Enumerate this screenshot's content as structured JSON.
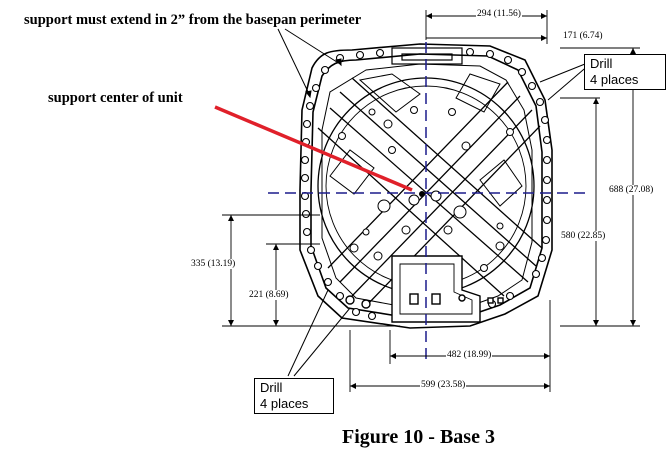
{
  "figure": {
    "caption": "Figure 10 - Base 3"
  },
  "notes": {
    "support_extend": "support must extend in 2” from the basepan perimeter",
    "support_center": "support center of unit"
  },
  "drill_boxes": [
    {
      "line1": "Drill",
      "line2": "4 places"
    },
    {
      "line1": "Drill",
      "line2": "4 places"
    }
  ],
  "dimensions": {
    "top_294": "294 (11.56)",
    "top_171": "171 (6.74)",
    "right_688": "688 (27.08)",
    "right_580": "580 (22.85)",
    "left_335": "335 (13.19)",
    "left_221": "221 (8.69)",
    "bottom_482": "482 (18.99)",
    "bottom_599": "599 (23.58)"
  },
  "colors": {
    "pointer": "#e0202a",
    "centerline": "#1c1c8c",
    "ink": "#000000"
  }
}
